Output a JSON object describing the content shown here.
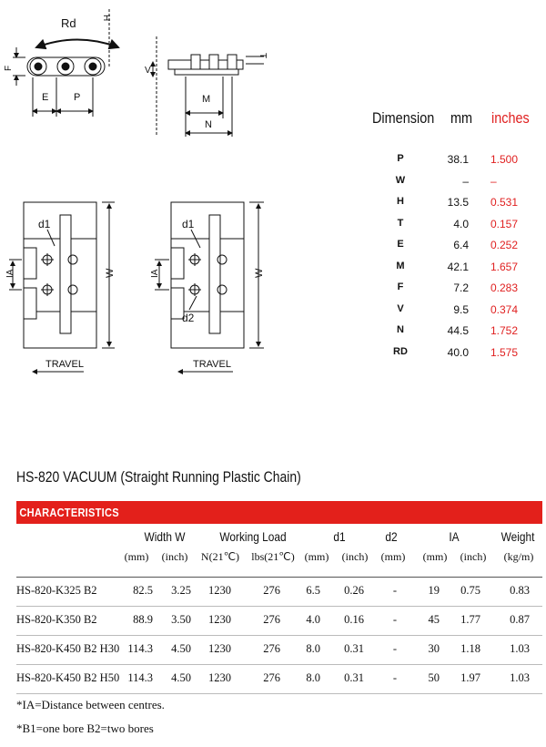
{
  "drawing_labels": {
    "rd": "Rd",
    "h": "H",
    "f": "F",
    "e": "E",
    "p": "P",
    "v": "V",
    "t": "T",
    "m": "M",
    "n": "N",
    "d1": "d1",
    "d2": "d2",
    "ia": "IA",
    "w": "W",
    "travel": "TRAVEL"
  },
  "dimension_table": {
    "headers": {
      "dimension": "Dimension",
      "mm": "mm",
      "inches": "inches"
    },
    "rows": [
      {
        "name": "P",
        "mm": "38.1",
        "inches": "1.500"
      },
      {
        "name": "W",
        "mm": "–",
        "inches": "–"
      },
      {
        "name": "H",
        "mm": "13.5",
        "inches": "0.531"
      },
      {
        "name": "T",
        "mm": "4.0",
        "inches": "0.157"
      },
      {
        "name": "E",
        "mm": "6.4",
        "inches": "0.252"
      },
      {
        "name": "M",
        "mm": "42.1",
        "inches": "1.657"
      },
      {
        "name": "F",
        "mm": "7.2",
        "inches": "0.283"
      },
      {
        "name": "V",
        "mm": "9.5",
        "inches": "0.374"
      },
      {
        "name": "N",
        "mm": "44.5",
        "inches": "1.752"
      },
      {
        "name": "RD",
        "mm": "40.0",
        "inches": "1.575"
      }
    ]
  },
  "product_title": "HS-820 VACUUM (Straight Running Plastic Chain)",
  "characteristics_label": "CHARACTERISTICS",
  "spec_table": {
    "group_headers": {
      "width": "Width W",
      "load": "Working Load",
      "d1": "d1",
      "d2": "d2",
      "ia": "IA",
      "weight": "Weight"
    },
    "sub_headers": {
      "width_mm": "(mm)",
      "width_inch": "(inch)",
      "load_n": "N(21℃)",
      "load_lbs": "lbs(21℃)",
      "d1_mm": "(mm)",
      "d1_inch": "(inch)",
      "d2_mm": "(mm)",
      "ia_mm": "(mm)",
      "ia_inch": "(inch)",
      "weight_kgm": "(kg/m)"
    },
    "rows": [
      {
        "model": "HS-820-K325 B2",
        "w_mm": "82.5",
        "w_inch": "3.25",
        "n": "1230",
        "lbs": "276",
        "d1_mm": "6.5",
        "d1_inch": "0.26",
        "d2": "-",
        "ia_mm": "19",
        "ia_inch": "0.75",
        "weight": "0.83"
      },
      {
        "model": "HS-820-K350 B2",
        "w_mm": "88.9",
        "w_inch": "3.50",
        "n": "1230",
        "lbs": "276",
        "d1_mm": "4.0",
        "d1_inch": "0.16",
        "d2": "-",
        "ia_mm": "45",
        "ia_inch": "1.77",
        "weight": "0.87"
      },
      {
        "model": "HS-820-K450 B2 H30",
        "w_mm": "114.3",
        "w_inch": "4.50",
        "n": "1230",
        "lbs": "276",
        "d1_mm": "8.0",
        "d1_inch": "0.31",
        "d2": "-",
        "ia_mm": "30",
        "ia_inch": "1.18",
        "weight": "1.03"
      },
      {
        "model": "HS-820-K450 B2 H50",
        "w_mm": "114.3",
        "w_inch": "4.50",
        "n": "1230",
        "lbs": "276",
        "d1_mm": "8.0",
        "d1_inch": "0.31",
        "d2": "-",
        "ia_mm": "50",
        "ia_inch": "1.97",
        "weight": "1.03"
      }
    ]
  },
  "notes": [
    "*IA=Distance between centres.",
    "*B1=one bore B2=two bores"
  ],
  "colors": {
    "accent_red": "#e3201b",
    "inches_red": "#e02020"
  }
}
